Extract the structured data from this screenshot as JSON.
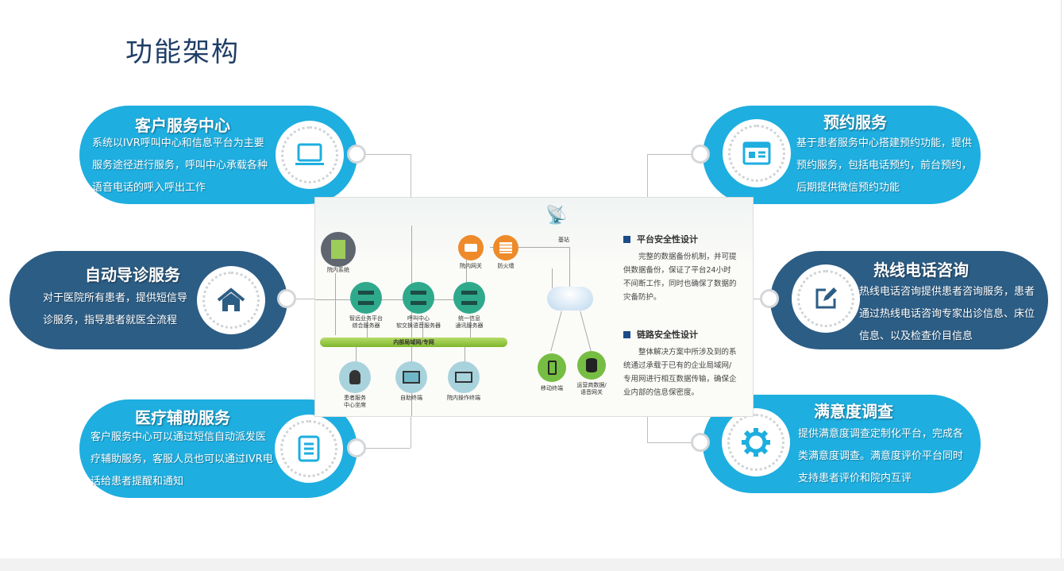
{
  "page_title": "功能架构",
  "cards": [
    {
      "title": "客户服务中心",
      "text": "系统以IVR呼叫中心和信息平台为主要服务途径进行服务，呼叫中心承载各种语音电话的呼入呼出工作",
      "icon": "laptop-icon"
    },
    {
      "title": "自动导诊服务",
      "text": "对于医院所有患者，提供短信导诊服务，指导患者就医全流程",
      "icon": "home-icon"
    },
    {
      "title": "医疗辅助服务",
      "text": "客户服务中心可以通过短信自动派发医疗辅助服务，客服人员也可以通过IVR电话给患者提醒和通知",
      "icon": "document-icon"
    },
    {
      "title": "预约服务",
      "text": "基于患者服务中心搭建预约功能，提供预约服务，包括电话预约，前台预约，后期提供微信预约功能",
      "icon": "browser-card-icon"
    },
    {
      "title": "热线电话咨询",
      "text": "热线电话咨询提供患者咨询服务，患者通过热线电话咨询专家出诊信息、床位信息、以及检查价目信息",
      "icon": "edit-icon"
    },
    {
      "title": "满意度调查",
      "text": "提供满意度调查定制化平台，完成各类满意度调查。满意度评价平台同时支持患者评价和院内互评",
      "icon": "gear-icon"
    }
  ],
  "diagram": {
    "base_station": "基站",
    "hospital_system": "院内系统",
    "gateway": "院内网关",
    "firewall": "防火墙",
    "server1": "智远业务平台\n综合服务器",
    "server2": "呼叫中心\n软交换语音服务器",
    "server3": "统一信息\n通讯服务器",
    "network": "内部局域网/专网",
    "agent": "患者服务\n中心坐席",
    "self_terminal": "自助终端",
    "ops_terminal": "院内操作终端",
    "mobile": "移动终端",
    "carrier": "运营商数据/\n语音网关",
    "sec1_title": "平台安全性设计",
    "sec1_text": "　　完整的数据备份机制，并可提供数据备份，保证了平台24小时不间断工作，同时也确保了数据的灾备防护。",
    "sec2_title": "链路安全性设计",
    "sec2_text": "　　整体解决方案中所涉及到的系统通过承载于已有的企业局域网/专用网进行相互数据传输，确保企业内部的信息保密度。"
  },
  "colors": {
    "light": "#1eaee0",
    "dark": "#2c5d85",
    "title": "#1f3e66"
  }
}
